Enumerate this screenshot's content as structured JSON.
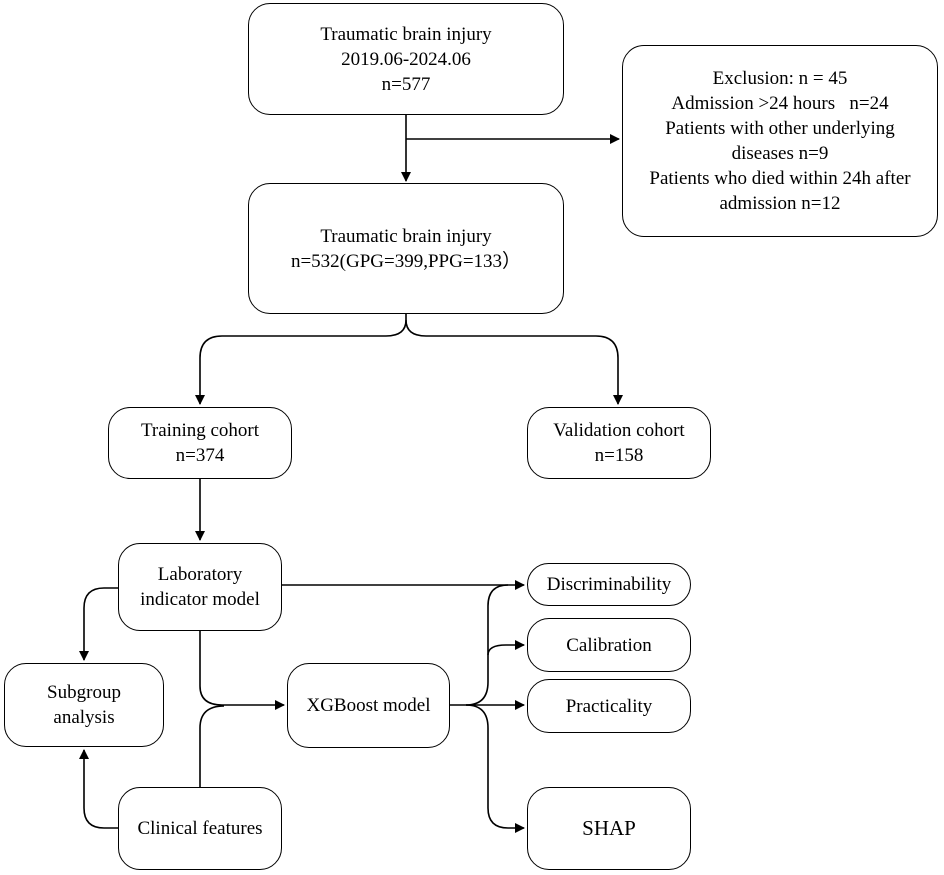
{
  "flowchart": {
    "tbi_start": {
      "line1": "Traumatic brain injury",
      "line2": "2019.06-2024.06",
      "line3": "n=577"
    },
    "exclusion": {
      "line1": "Exclusion: n = 45",
      "line2": "Admission >24 hours   n=24",
      "line3": "Patients with other underlying",
      "line4": "diseases n=9",
      "line5": "Patients who died within 24h after",
      "line6": "admission n=12"
    },
    "tbi_total": {
      "line1": "Traumatic brain injury",
      "line2": "n=532(GPG=399,PPG=133）"
    },
    "training": {
      "line1": "Training cohort",
      "line2": "n=374"
    },
    "validation": {
      "line1": "Validation cohort",
      "line2": "n=158"
    },
    "lab_model": {
      "line1": "Laboratory",
      "line2": "indicator model"
    },
    "subgroup": {
      "line1": "Subgroup",
      "line2": "analysis"
    },
    "xgboost": {
      "label": "XGBoost model"
    },
    "clinical": {
      "label": "Clinical features"
    },
    "outputs": {
      "discriminability": "Discriminability",
      "calibration": "Calibration",
      "practicality": "Practicality",
      "shap": "SHAP"
    }
  },
  "colors": {
    "line": "#000000",
    "box_border": "#000000",
    "background": "#ffffff"
  }
}
